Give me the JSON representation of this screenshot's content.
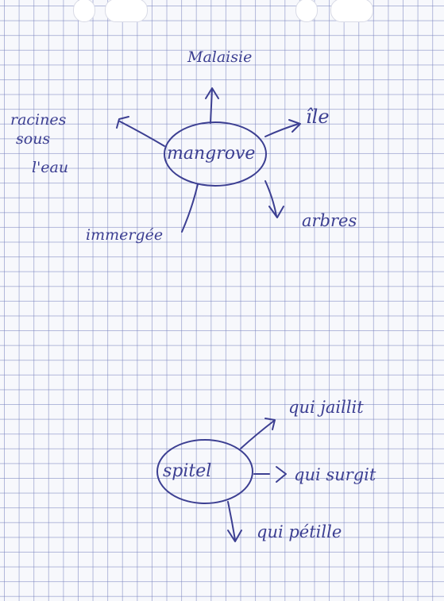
{
  "colors": {
    "ink": "#3c3f92",
    "paper": "#f7f8fc",
    "grid": "#7882be"
  },
  "map1": {
    "center": "mangrove",
    "branches": {
      "top": "Malaisie",
      "top_right": "île",
      "bottom_right": "arbres",
      "bottom_left": "immergée",
      "top_left": [
        "racines",
        "sous",
        "l'eau"
      ]
    }
  },
  "map2": {
    "center": "spitel",
    "branches": {
      "top_right": "qui jaillit",
      "right": "qui surgit",
      "bottom_right": "qui pétille"
    }
  }
}
